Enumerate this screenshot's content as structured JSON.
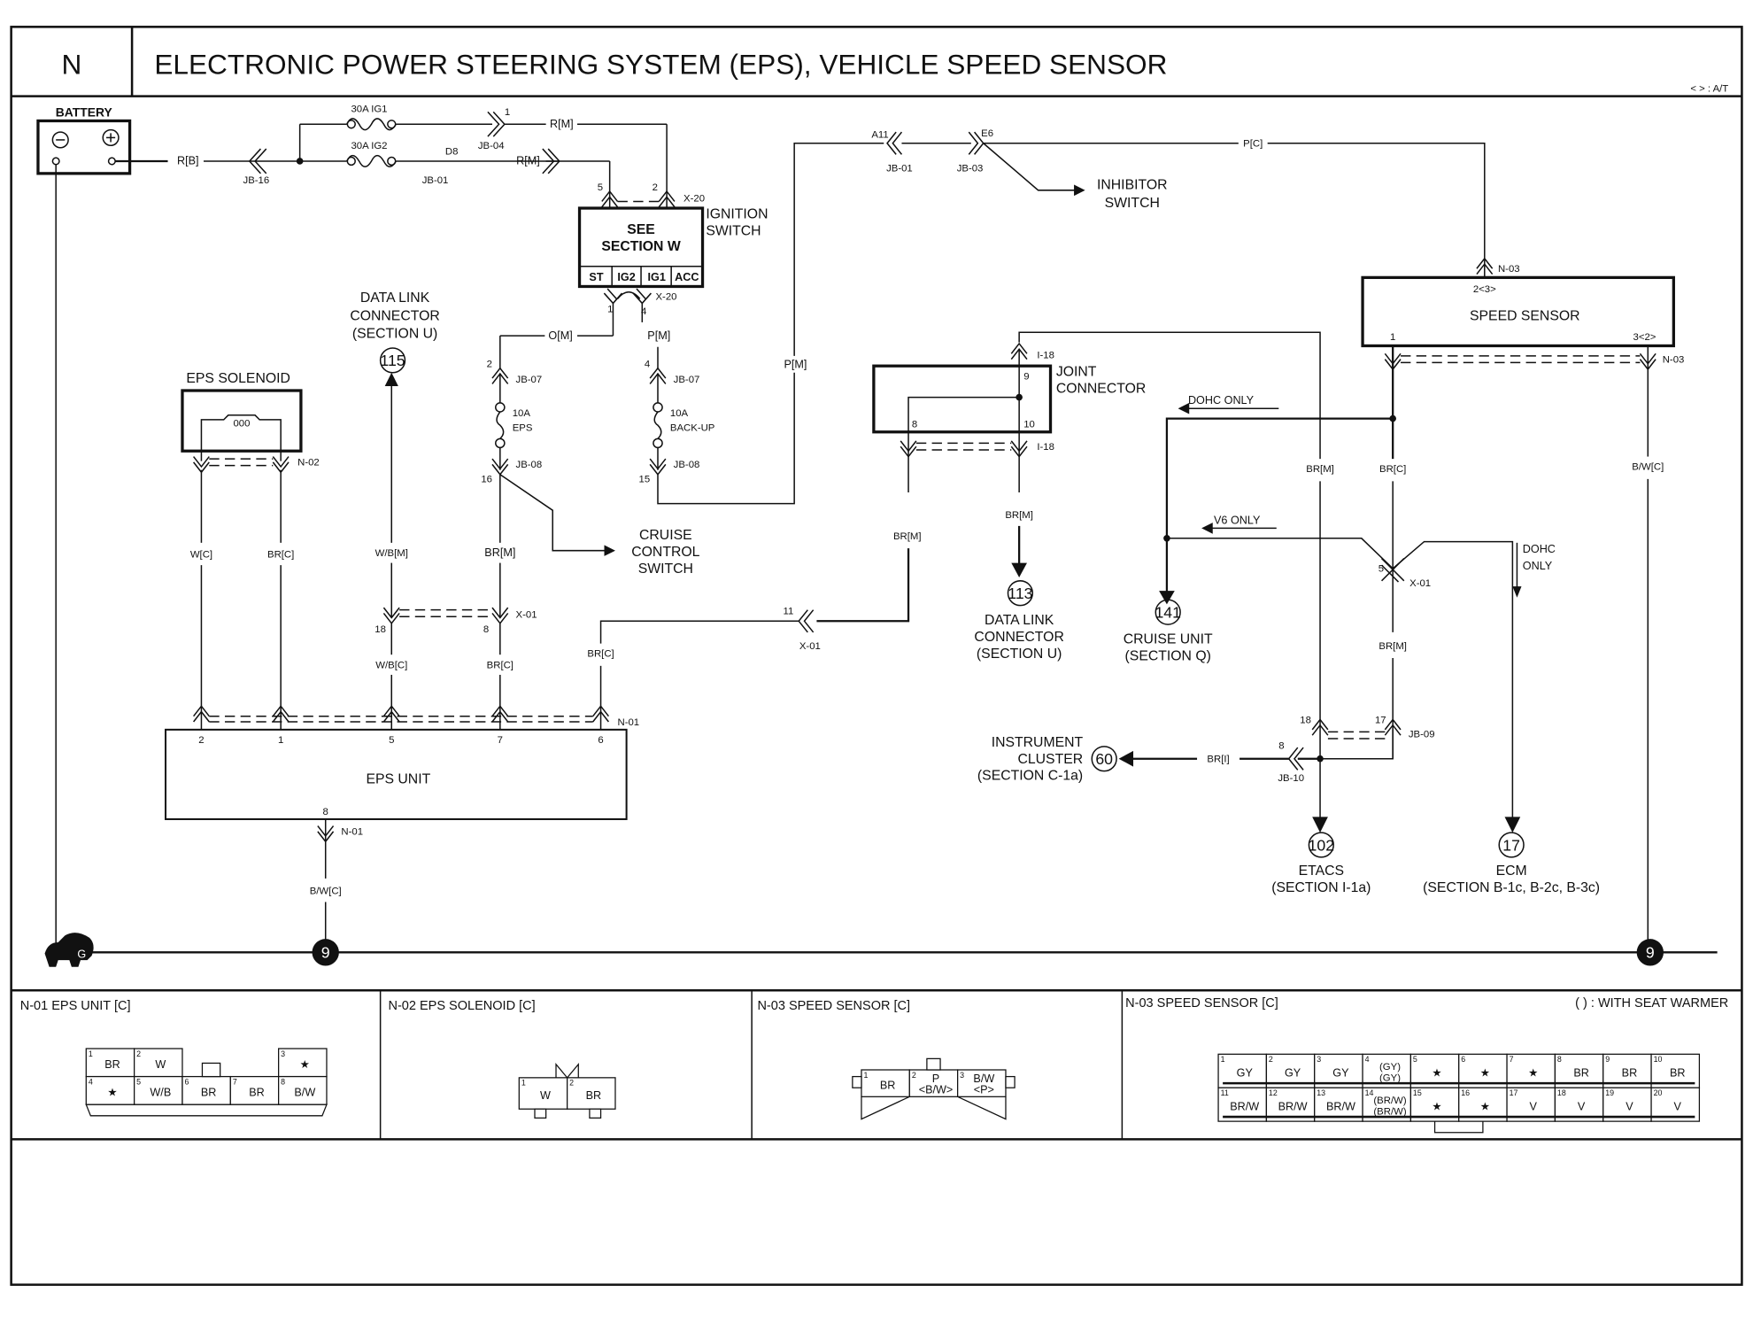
{
  "header": {
    "section_letter": "N",
    "title": "ELECTRONIC POWER STEERING SYSTEM (EPS), VEHICLE SPEED SENSOR",
    "legend_note": "< > : A/T"
  },
  "components": {
    "battery": "BATTERY",
    "battery_neg": "⊖",
    "battery_pos": "⊕",
    "fuse_ig1": "30A IG1",
    "fuse_ig2": "30A IG2",
    "fuse_eps_amp": "10A",
    "fuse_eps_name": "EPS",
    "fuse_backup_amp": "10A",
    "fuse_backup_name": "BACK-UP",
    "ignition_box_line1": "SEE",
    "ignition_box_line2": "SECTION W",
    "ignition_label_line1": "IGNITION",
    "ignition_label_line2": "SWITCH",
    "ignition_terminals": [
      "ST",
      "IG2",
      "IG1",
      "ACC"
    ],
    "inhibitor_line1": "INHIBITOR",
    "inhibitor_line2": "SWITCH",
    "speed_sensor": "SPEED SENSOR",
    "eps_solenoid": "EPS SOLENOID",
    "eps_unit": "EPS UNIT",
    "joint_connector_line1": "JOINT",
    "joint_connector_line2": "CONNECTOR",
    "cruise_switch": [
      "CRUISE",
      "CONTROL",
      "SWITCH"
    ],
    "dlc_top": [
      "DATA LINK",
      "CONNECTOR",
      "(SECTION U)"
    ],
    "dlc_top_ref": "115",
    "dlc_mid": [
      "DATA LINK",
      "CONNECTOR",
      "(SECTION U)"
    ],
    "dlc_mid_ref": "113",
    "cruise_unit": [
      "CRUISE UNIT",
      "(SECTION Q)"
    ],
    "cruise_unit_ref": "141",
    "instrument_cluster": [
      "INSTRUMENT",
      "CLUSTER",
      "(SECTION C-1a)"
    ],
    "instrument_cluster_ref": "60",
    "etacs": [
      "ETACS",
      "(SECTION I-1a)"
    ],
    "etacs_ref": "102",
    "ecm": [
      "ECM",
      "(SECTION B-1c, B-2c, B-3c)"
    ],
    "ecm_ref": "17",
    "dohc_only_1": "DOHC ONLY",
    "v6_only": "V6 ONLY",
    "dohc_only_2": [
      "DOHC",
      "ONLY"
    ],
    "ground_left": "G",
    "ground_refs": [
      "9",
      "9"
    ]
  },
  "wires": {
    "r_b": "R[B]",
    "r_m_top": "R[M]",
    "r_m_mid": "R[M]",
    "o_m": "O[M]",
    "p_m_a": "P[M]",
    "p_m_b": "P[M]",
    "p_c": "P[C]",
    "w_c": "W[C]",
    "br_c_sol": "BR[C]",
    "wb_m": "W/B[M]",
    "br_m_eps": "BR[M]",
    "wb_c": "W/B[C]",
    "br_c_7": "BR[C]",
    "br_c_6": "BR[C]",
    "br_m_jc8": "BR[M]",
    "br_m_jc10": "BR[M]",
    "br_m_right": "BR[M]",
    "br_c_ss": "BR[C]",
    "br_m_ss": "BR[M]",
    "bw_c_ss": "B/W[C]",
    "br_i": "BR[I]",
    "bw_c_eps": "B/W[C]"
  },
  "connectors": {
    "jb16": "JB-16",
    "jb01a": "JB-01",
    "jb01a_pin": "D8",
    "jb04": "JB-04",
    "jb04_pin": "1",
    "x20": "X-20",
    "x20_pins_top": [
      "5",
      "2"
    ],
    "x20_pins_bot": [
      "1",
      "4"
    ],
    "a11": "A11",
    "jb01b": "JB-01",
    "e6": "E6",
    "jb03": "JB-03",
    "n03": "N-03",
    "jb07": "JB-07",
    "jb07_pins": [
      "2",
      "4"
    ],
    "jb08": "JB-08",
    "jb08_pins": [
      "16",
      "15"
    ],
    "n02": "N-02",
    "x01": "X-01",
    "x01_pins": [
      "18",
      "8",
      "11",
      "5"
    ],
    "n01": "N-01",
    "eps_pins": [
      "2",
      "1",
      "5",
      "7",
      "6",
      "8"
    ],
    "i18": "I-18",
    "jc_pins": [
      "9",
      "8",
      "10"
    ],
    "ss_pins": [
      "2<3>",
      "1",
      "3<2>"
    ],
    "jb09": "JB-09",
    "jb09_pins": [
      "18",
      "17"
    ],
    "jb10": "JB-10",
    "jb10_pin": "8"
  },
  "connector_views": [
    {
      "title": "N-01 EPS UNIT [C]",
      "cells": [
        {
          "no": "1",
          "wire": "BR"
        },
        {
          "no": "2",
          "wire": "W"
        },
        {
          "no": "3",
          "wire": "★"
        },
        {
          "no": "4",
          "wire": "★"
        },
        {
          "no": "5",
          "wire": "W/B"
        },
        {
          "no": "6",
          "wire": "BR"
        },
        {
          "no": "7",
          "wire": "BR"
        },
        {
          "no": "8",
          "wire": "B/W"
        }
      ]
    },
    {
      "title": "N-02 EPS SOLENOID [C]",
      "cells": [
        {
          "no": "1",
          "wire": "W"
        },
        {
          "no": "2",
          "wire": "BR"
        }
      ]
    },
    {
      "title": "N-03 SPEED SENSOR [C]",
      "cells": [
        {
          "no": "1",
          "wire": "BR",
          "alt": ""
        },
        {
          "no": "2",
          "wire": "P",
          "alt": "<B/W>"
        },
        {
          "no": "3",
          "wire": "B/W",
          "alt": "<P>"
        }
      ]
    },
    {
      "title": "N-03 SPEED SENSOR [C]",
      "note": "(    ) : WITH SEAT WARMER",
      "cells": [
        {
          "no": "1",
          "wire": "GY"
        },
        {
          "no": "2",
          "wire": "GY"
        },
        {
          "no": "3",
          "wire": "GY"
        },
        {
          "no": "4",
          "wire": "(GY)",
          "wire2": "(GY)"
        },
        {
          "no": "5",
          "wire": "★"
        },
        {
          "no": "6",
          "wire": "★"
        },
        {
          "no": "7",
          "wire": "★"
        },
        {
          "no": "8",
          "wire": "BR"
        },
        {
          "no": "9",
          "wire": "BR"
        },
        {
          "no": "10",
          "wire": "BR"
        },
        {
          "no": "11",
          "wire": "BR/W"
        },
        {
          "no": "12",
          "wire": "BR/W"
        },
        {
          "no": "13",
          "wire": "BR/W"
        },
        {
          "no": "14",
          "wire": "(BR/W)",
          "wire2": "(BR/W)"
        },
        {
          "no": "15",
          "wire": "★"
        },
        {
          "no": "16",
          "wire": "★"
        },
        {
          "no": "17",
          "wire": "V"
        },
        {
          "no": "18",
          "wire": "V"
        },
        {
          "no": "19",
          "wire": "V"
        },
        {
          "no": "20",
          "wire": "V"
        }
      ]
    }
  ]
}
